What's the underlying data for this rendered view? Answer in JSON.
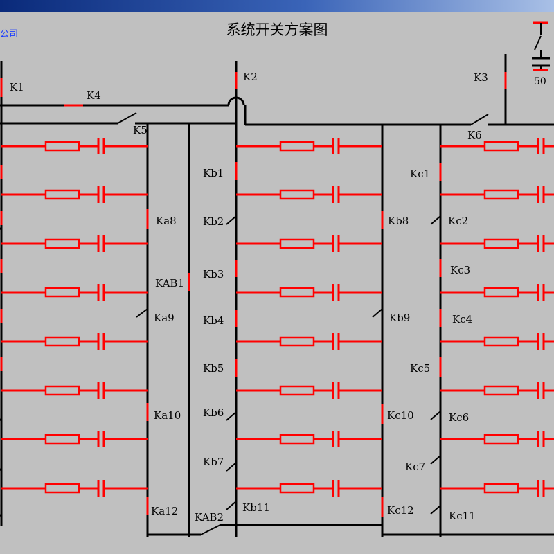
{
  "window": {
    "company_fragment": "公司"
  },
  "title": "系统开关方案图",
  "capacitor_value": "50",
  "switches": {
    "main": [
      "K1",
      "K2",
      "K3",
      "K4",
      "K5",
      "K6"
    ],
    "group_a": [
      "Ka8",
      "Ka9",
      "Ka10",
      "Ka12"
    ],
    "group_b": [
      "Kb1",
      "Kb2",
      "Kb3",
      "Kb4",
      "Kb5",
      "Kb6",
      "Kb7",
      "Kb8",
      "Kb9",
      "Kb11"
    ],
    "group_c": [
      "Kc1",
      "Kc2",
      "Kc3",
      "Kc4",
      "Kc5",
      "Kc6",
      "Kc7",
      "Kc10",
      "Kc11",
      "Kc12"
    ],
    "tie": [
      "KAB1",
      "KAB2"
    ]
  },
  "colors": {
    "background": "#c0c0c0",
    "bus": "#000000",
    "energized": "#ff0000",
    "title_bar": "#0a2a7a"
  }
}
